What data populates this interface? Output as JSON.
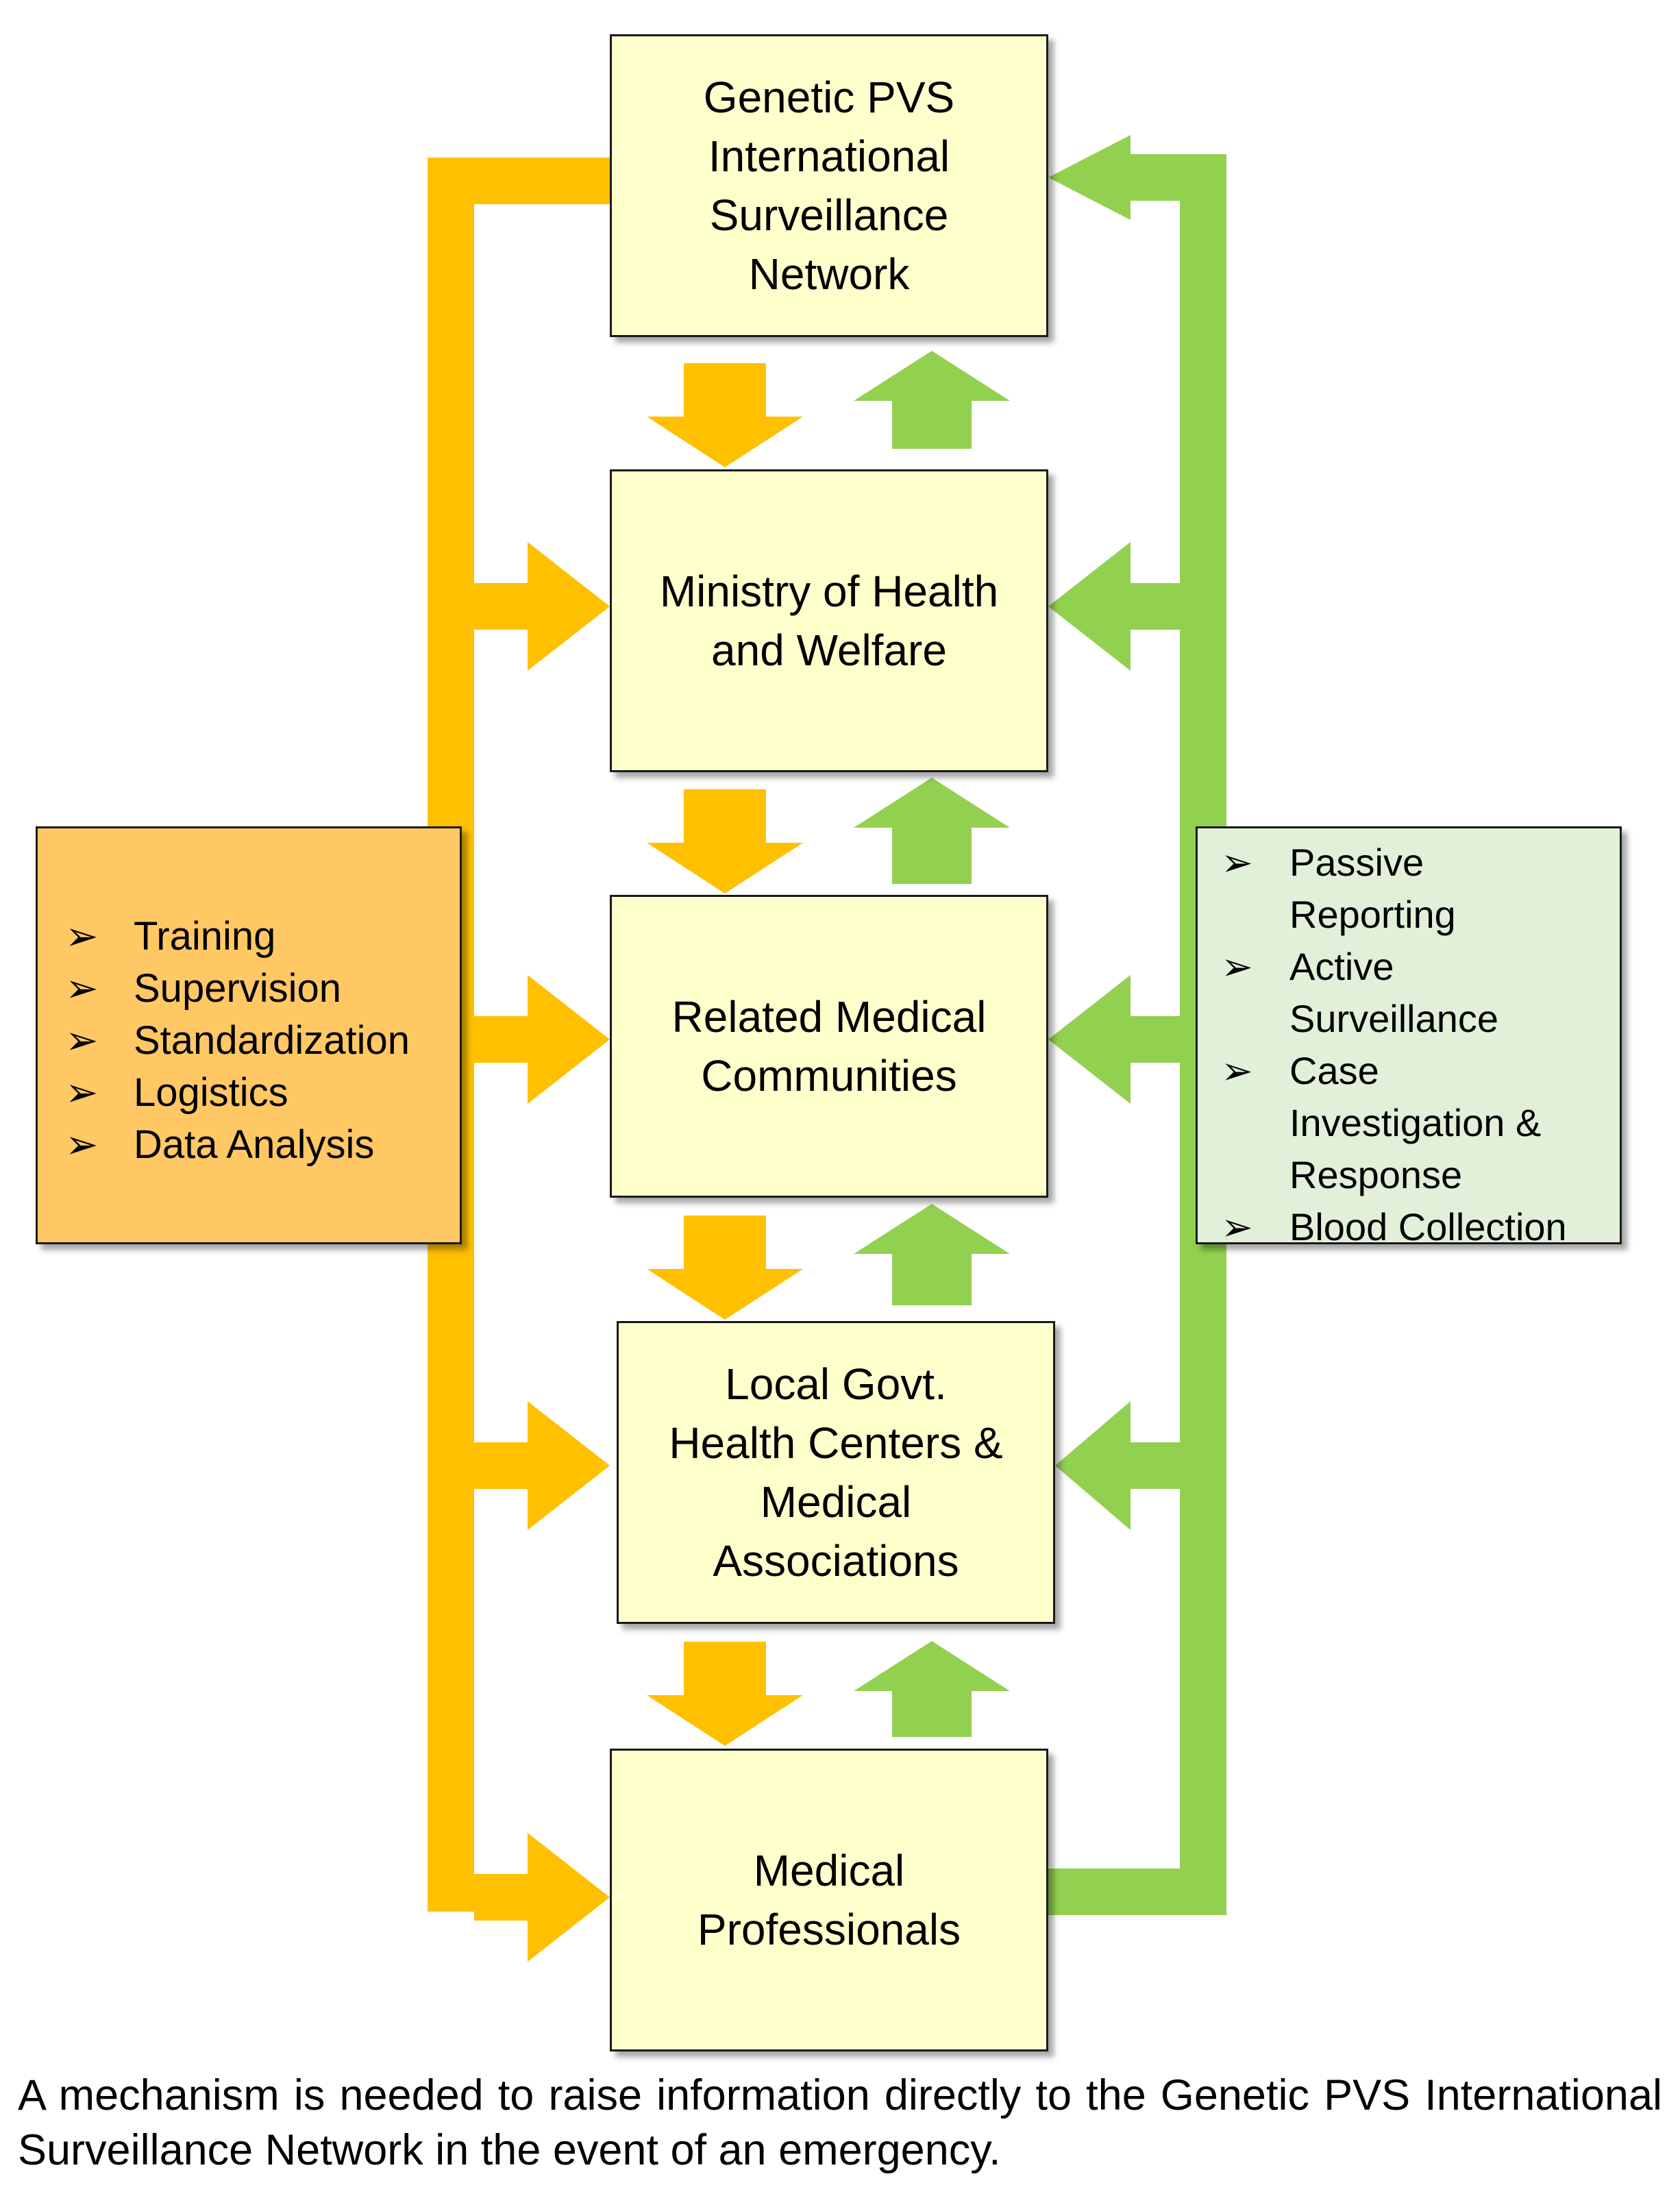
{
  "colors": {
    "orange_flow": "#ffc000",
    "green_flow": "#92d050",
    "node_fill": "#ffffcc",
    "left_panel_fill": "#ffc865",
    "right_panel_fill": "#e2f0d9"
  },
  "nodes": [
    {
      "id": "genetic-pvs-network",
      "label": "Genetic PVS\nInternational\nSurveillance\nNetwork"
    },
    {
      "id": "ministry-of-health",
      "label": "Ministry of Health\nand Welfare"
    },
    {
      "id": "related-medical-communities",
      "label": "Related  Medical\nCommunities"
    },
    {
      "id": "local-govt-health-centers",
      "label": "Local  Govt.\nHealth  Centers  &\nMedical\nAssociations"
    },
    {
      "id": "medical-professionals",
      "label": "Medical\nProfessionals"
    }
  ],
  "left_panel": {
    "bullet_icon": "arrowhead-bullet-icon",
    "items": [
      "Training",
      "Supervision",
      "Standardization",
      "Logistics",
      "Data Analysis"
    ]
  },
  "right_panel": {
    "bullet_icon": "arrowhead-bullet-icon",
    "items": [
      "Passive\nReporting",
      "Active\nSurveillance",
      "Case\nInvestigation &\nResponse",
      "Blood Collection"
    ]
  },
  "caption": "A mechanism is needed to raise information directly to the Genetic PVS International Surveillance Network in the event of an emergency."
}
